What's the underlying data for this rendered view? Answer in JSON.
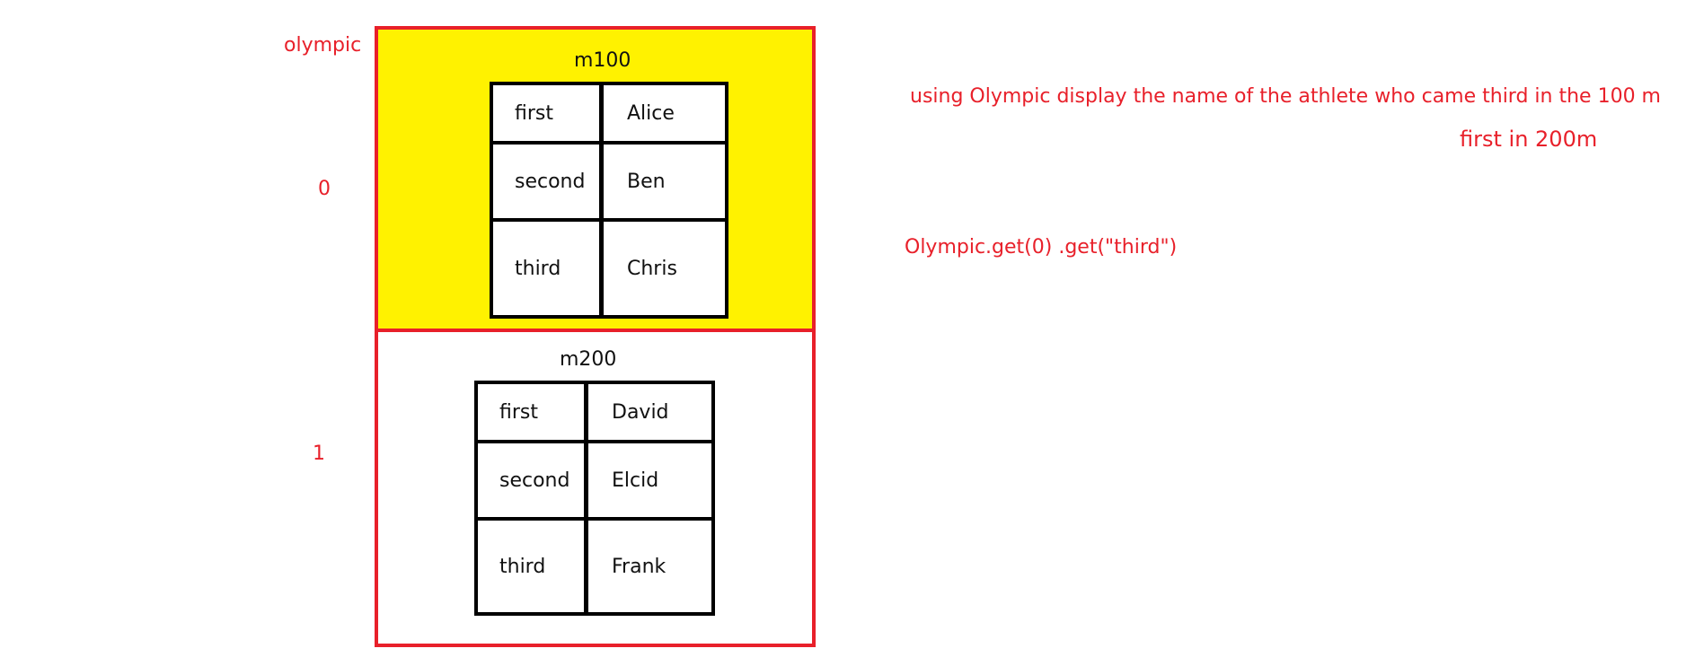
{
  "variable_name": "olympic",
  "indices": [
    "0",
    "1"
  ],
  "maps": [
    {
      "title": "m100",
      "rows": [
        {
          "key": "first",
          "value": "Alice"
        },
        {
          "key": "second",
          "value": "Ben"
        },
        {
          "key": "third",
          "value": "Chris"
        }
      ]
    },
    {
      "title": "m200",
      "rows": [
        {
          "key": "first",
          "value": "David"
        },
        {
          "key": "second",
          "value": "Elcid"
        },
        {
          "key": "third",
          "value": "Frank"
        }
      ]
    }
  ],
  "task_text": "using Olympic display the name of the athlete who came third in the 100 m",
  "task_followup": "first in 200m",
  "code_text": "Olympic.get(0) .get(\"third\")",
  "colors": {
    "annotation": "#e8202a",
    "highlight": "#fff200",
    "grid": "#000000"
  }
}
